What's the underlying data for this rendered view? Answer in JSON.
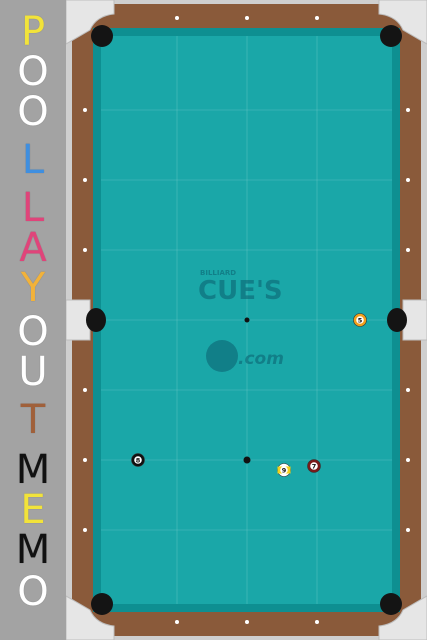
{
  "app": {
    "title_letters": [
      {
        "ch": "P",
        "color": "#f2e33a"
      },
      {
        "ch": "O",
        "color": "#ffffff"
      },
      {
        "ch": "O",
        "color": "#ffffff"
      },
      {
        "ch": "L",
        "color": "#3f8fe0"
      },
      {
        "ch": "L",
        "color": "#e0447a"
      },
      {
        "ch": "A",
        "color": "#e0447a"
      },
      {
        "ch": "Y",
        "color": "#f2b23a"
      },
      {
        "ch": "O",
        "color": "#ffffff"
      },
      {
        "ch": "U",
        "color": "#ffffff"
      },
      {
        "ch": "T",
        "color": "#a0603a"
      },
      {
        "ch": "M",
        "color": "#111111"
      },
      {
        "ch": "E",
        "color": "#f2e33a"
      },
      {
        "ch": "M",
        "color": "#111111"
      },
      {
        "ch": "O",
        "color": "#ffffff"
      }
    ]
  },
  "table": {
    "felt_color": "#1aa7a8",
    "rail_color": "#8a5a3a",
    "cushion_color": "#0e8f91",
    "logo": {
      "small": "BILLIARD",
      "main": "CUE'S",
      "sub": ".com"
    },
    "spots": [
      "head-spot",
      "foot-spot"
    ]
  },
  "balls": [
    {
      "number": "5",
      "color": "#f2a11c",
      "kind": "solid"
    },
    {
      "number": "8",
      "color": "#111111",
      "kind": "solid"
    },
    {
      "number": "9",
      "color": "#f2d21c",
      "kind": "stripe"
    },
    {
      "number": "7",
      "color": "#7a1a1a",
      "kind": "solid"
    }
  ]
}
